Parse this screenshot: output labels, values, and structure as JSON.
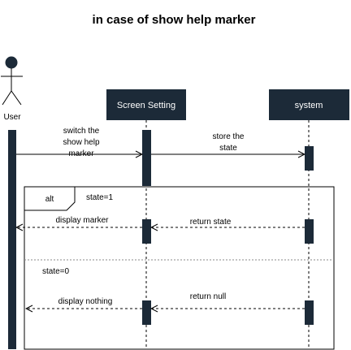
{
  "diagram": {
    "title": "in case of show help marker",
    "actor": {
      "name": "User"
    },
    "participants": [
      {
        "name": "Screen Setting"
      },
      {
        "name": "system"
      }
    ],
    "messages": {
      "switch_marker": {
        "lines": [
          "switch the",
          "show help",
          "marker"
        ]
      },
      "store_state": {
        "lines": [
          "store the",
          "state"
        ]
      },
      "return_state": {
        "label": "return state"
      },
      "display_marker": {
        "label": "display marker"
      },
      "return_null": {
        "label": "return null"
      },
      "display_nothing": {
        "label": "display nothing"
      }
    },
    "fragment": {
      "operator": "alt",
      "guard_1": "state=1",
      "guard_2": "state=0"
    },
    "colors": {
      "box": "#1c2a38",
      "line": "#000000",
      "divider": "#888888"
    }
  }
}
